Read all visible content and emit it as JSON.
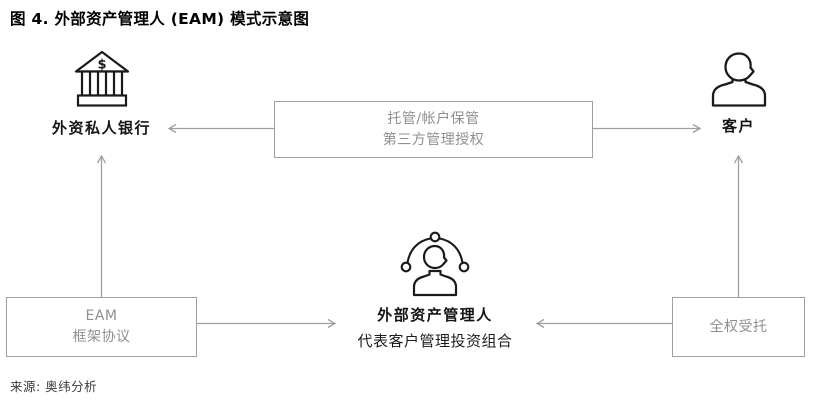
{
  "title": "图 4. 外部资产管理人 (EAM) 模式示意图",
  "nodes": {
    "bank": {
      "label": "外资私人银行",
      "icon": "bank-icon",
      "symbol": "$"
    },
    "client": {
      "label": "客户",
      "icon": "person-icon"
    },
    "eam": {
      "label": "外部资产管理人",
      "sublabel": "代表客户管理投资组合",
      "icon": "person-network-icon"
    }
  },
  "boxes": {
    "custody": {
      "line1": "托管/帐户保管",
      "line2": "第三方管理授权"
    },
    "eam_agreement": {
      "line1": "EAM",
      "line2": "框架协议"
    },
    "mandate": {
      "line1": "全权受托"
    }
  },
  "source": "来源: 奥纬分析",
  "colors": {
    "line_gray": "#9f9f9f",
    "box_text_gray": "#8f8f8f",
    "icon_black": "#1a1a1a"
  }
}
